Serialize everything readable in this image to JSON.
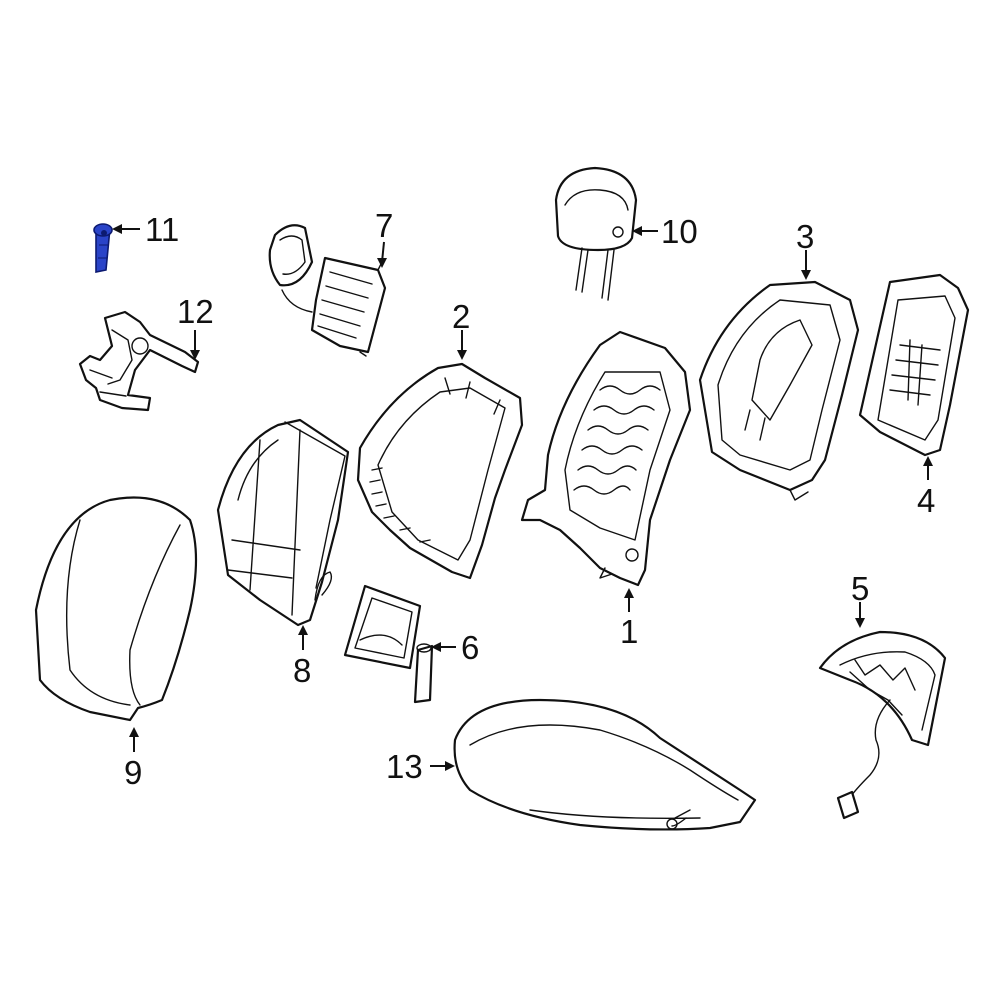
{
  "colors": {
    "line": "#111111",
    "highlight": "#2a44c8",
    "background": "#ffffff"
  },
  "highlighted_part": "11",
  "callouts": {
    "c1": "1",
    "c2": "2",
    "c3": "3",
    "c4": "4",
    "c5": "5",
    "c6": "6",
    "c7": "7",
    "c8": "8",
    "c9": "9",
    "c10": "10",
    "c11": "11",
    "c12": "12",
    "c13": "13"
  }
}
